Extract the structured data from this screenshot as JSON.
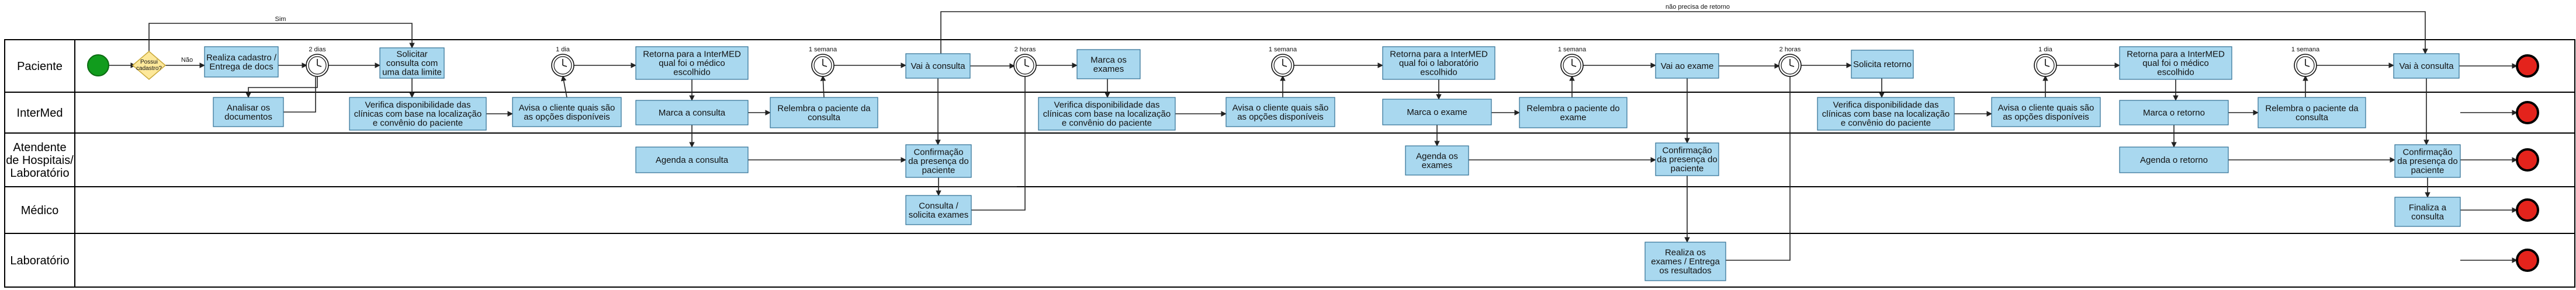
{
  "lanes": [
    {
      "id": "paciente",
      "label": [
        "Paciente"
      ]
    },
    {
      "id": "intermed",
      "label": [
        "InterMed"
      ]
    },
    {
      "id": "atendente",
      "label": [
        "Atendente",
        "de Hospitais/",
        "Laboratório"
      ]
    },
    {
      "id": "medico",
      "label": [
        "Médico"
      ]
    },
    {
      "id": "laboratorio",
      "label": [
        "Laboratório"
      ]
    }
  ],
  "gateway": {
    "label": [
      "Possui",
      "cadastro?"
    ]
  },
  "tasks": [
    {
      "id": "t1",
      "lines": [
        "Realiza cadastro /",
        "Entrega de docs"
      ]
    },
    {
      "id": "t2",
      "lines": [
        "Solicitar",
        "consulta com",
        "uma data limite"
      ]
    },
    {
      "id": "t3",
      "lines": [
        "Analisar os",
        "documentos"
      ]
    },
    {
      "id": "t4",
      "lines": [
        "Verifica disponibilidade das",
        "clínicas com base na localização",
        "e convênio do paciente"
      ]
    },
    {
      "id": "t5",
      "lines": [
        "Avisa o cliente quais são",
        "as opções disponíveis"
      ]
    },
    {
      "id": "t6",
      "lines": [
        "Retorna para a InterMED",
        "qual foi o médico",
        "escolhido"
      ]
    },
    {
      "id": "t7",
      "lines": [
        "Marca a consulta"
      ]
    },
    {
      "id": "t8",
      "lines": [
        "Relembra o paciente da",
        "consulta"
      ]
    },
    {
      "id": "t9",
      "lines": [
        "Agenda a consulta"
      ]
    },
    {
      "id": "t10",
      "lines": [
        "Vai à consulta"
      ]
    },
    {
      "id": "t11",
      "lines": [
        "Confirmação",
        "da presença do",
        "paciente"
      ]
    },
    {
      "id": "t12",
      "lines": [
        "Consulta /",
        "solicita exames"
      ]
    },
    {
      "id": "t13",
      "lines": [
        "Marca os",
        "exames"
      ]
    },
    {
      "id": "t14",
      "lines": [
        "Verifica disponibilidade das",
        "clínicas com base na localização",
        "e convênio do paciente"
      ]
    },
    {
      "id": "t15",
      "lines": [
        "Avisa o cliente quais são",
        "as opções disponíveis"
      ]
    },
    {
      "id": "t16",
      "lines": [
        "Retorna para a InterMED",
        "qual foi o laboratório",
        "escolhido"
      ]
    },
    {
      "id": "t17",
      "lines": [
        "Marca o exame"
      ]
    },
    {
      "id": "t18",
      "lines": [
        "Relembra o paciente do",
        "exame"
      ]
    },
    {
      "id": "t19",
      "lines": [
        "Agenda os",
        "exames"
      ]
    },
    {
      "id": "t20",
      "lines": [
        "Vai ao exame"
      ]
    },
    {
      "id": "t21",
      "lines": [
        "Confirmação",
        "da presença do",
        "paciente"
      ]
    },
    {
      "id": "t22",
      "lines": [
        "Realiza os",
        "exames / Entrega",
        "os resultados"
      ]
    },
    {
      "id": "t23",
      "lines": [
        "Solicita retorno"
      ]
    },
    {
      "id": "t24",
      "lines": [
        "Verifica disponibilidade das",
        "clínicas com base na localização",
        "e convênio do paciente"
      ]
    },
    {
      "id": "t25",
      "lines": [
        "Avisa o cliente quais são",
        "as opções disponíveis"
      ]
    },
    {
      "id": "t26",
      "lines": [
        "Retorna para a InterMED",
        "qual foi o médico",
        "escolhido"
      ]
    },
    {
      "id": "t27",
      "lines": [
        "Marca o retorno"
      ]
    },
    {
      "id": "t28",
      "lines": [
        "Relembra o paciente da",
        "consulta"
      ]
    },
    {
      "id": "t29",
      "lines": [
        "Agenda o retorno"
      ]
    },
    {
      "id": "t30",
      "lines": [
        "Vai à consulta"
      ]
    },
    {
      "id": "t31",
      "lines": [
        "Confirmação",
        "da presença do",
        "paciente"
      ]
    },
    {
      "id": "t32",
      "lines": [
        "Finaliza a",
        "consulta"
      ]
    }
  ],
  "timers": [
    {
      "id": "tm1",
      "label": "2 dias"
    },
    {
      "id": "tm2",
      "label": "1 dia"
    },
    {
      "id": "tm3",
      "label": "1 semana"
    },
    {
      "id": "tm4",
      "label": "2 horas"
    },
    {
      "id": "tm5",
      "label": "1 semana"
    },
    {
      "id": "tm6",
      "label": "1 semana"
    },
    {
      "id": "tm7",
      "label": "2 horas"
    },
    {
      "id": "tm8",
      "label": "1 dia"
    },
    {
      "id": "tm9",
      "label": "1 semana"
    }
  ],
  "edge_labels": {
    "sim": "Sim",
    "nao": "Não",
    "sem_retorno": "não precisa de retorno"
  },
  "colors": {
    "task_fill": "#a9d8ef",
    "task_stroke": "#2e6f93",
    "gateway_fill": "#fde89a",
    "gateway_stroke": "#c9a93b",
    "start_fill": "#119c1d",
    "end_fill": "#e4231c"
  }
}
